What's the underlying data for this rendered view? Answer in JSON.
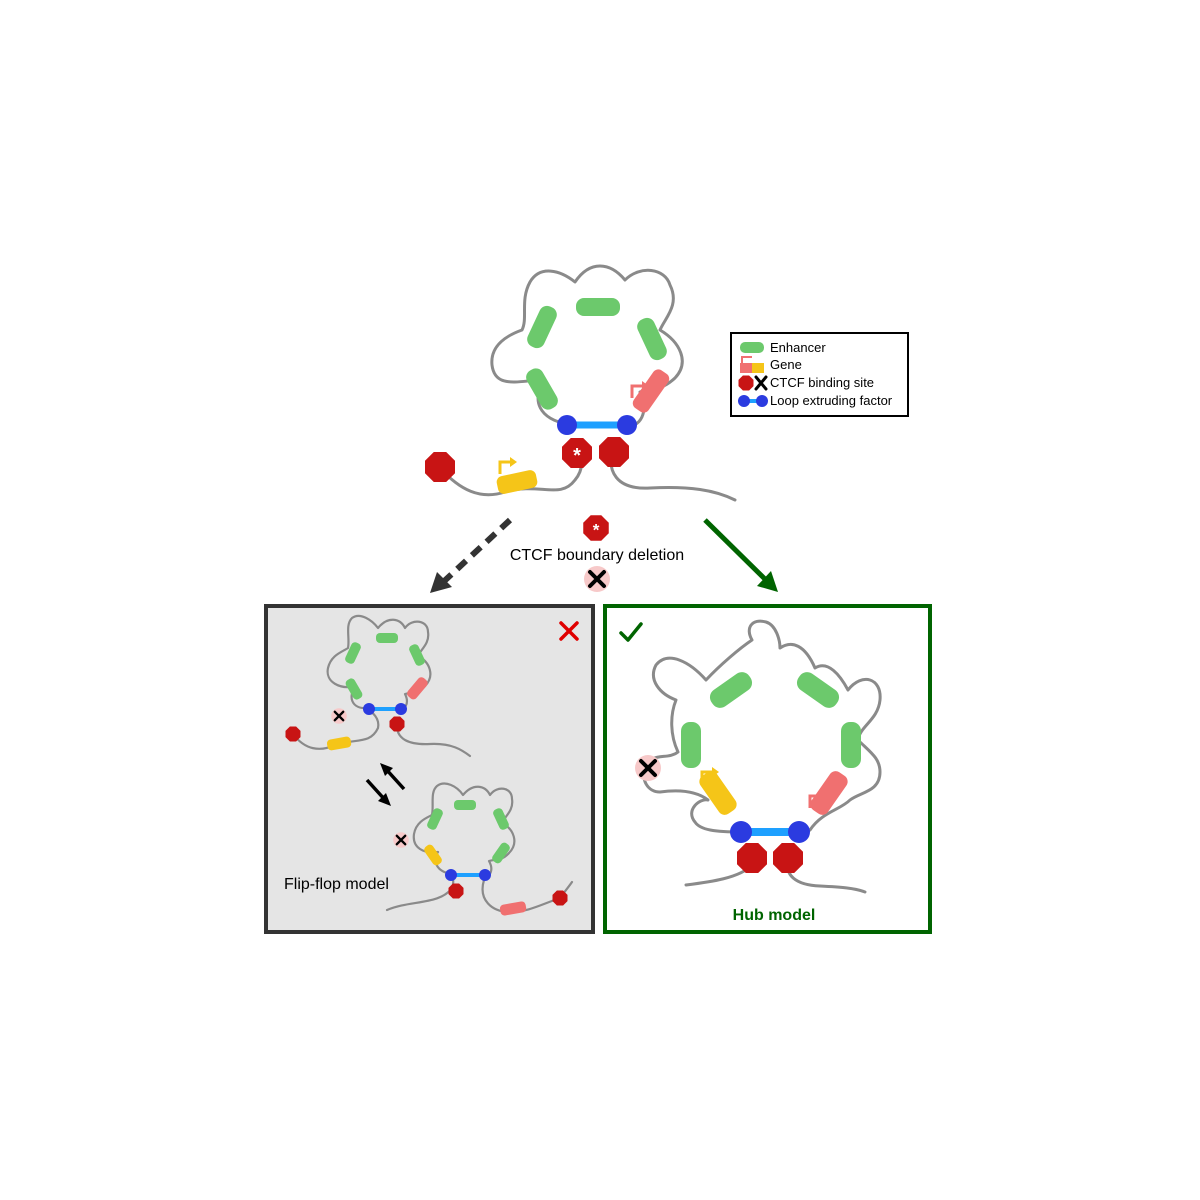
{
  "legend": {
    "enhancer": "Enhancer",
    "gene": "Gene",
    "ctcf": "CTCF binding site",
    "loop_factor": "Loop extruding factor"
  },
  "deletion_label": "CTCF boundary deletion",
  "flipflop": {
    "label": "Flip-flop model",
    "verdict_icon": "red-cross-icon"
  },
  "hub": {
    "label": "Hub model",
    "verdict_icon": "green-check-icon"
  },
  "colors": {
    "enhancer": "#6cc96c",
    "gene_red": "#f07070",
    "gene_yellow": "#f5c518",
    "ctcf": "#c81414",
    "extruder_ball": "#2b3be0",
    "extruder_bar": "#1ea0ff",
    "dna": "#8a8a8a",
    "flipflop_bg": "#e5e5e5",
    "hub_border": "#006400",
    "cross_red": "#e00000"
  }
}
